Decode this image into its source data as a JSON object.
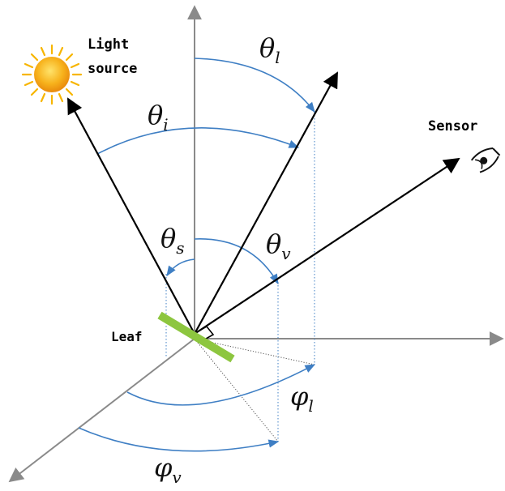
{
  "labels": {
    "light_source_line1": "Light",
    "light_source_line2": "source",
    "sensor": "Sensor",
    "leaf": "Leaf"
  },
  "angles": {
    "theta_l": {
      "base": "θ",
      "sub": "l"
    },
    "theta_i": {
      "base": "θ",
      "sub": "i"
    },
    "theta_s": {
      "base": "θ",
      "sub": "s"
    },
    "theta_v": {
      "base": "θ",
      "sub": "v"
    },
    "phi_l": {
      "base": "φ",
      "sub": "l"
    },
    "phi_v": {
      "base": "φ",
      "sub": "v"
    }
  },
  "colors": {
    "axis": "#8a8a8a",
    "ray": "#000000",
    "arc": "#3f7fc4",
    "leaf": "#8dc63f",
    "sun_core": "#f4a11a",
    "sun_ray": "#f7b500"
  },
  "icons": {
    "sun": "sun-icon",
    "eye": "eye-icon"
  }
}
